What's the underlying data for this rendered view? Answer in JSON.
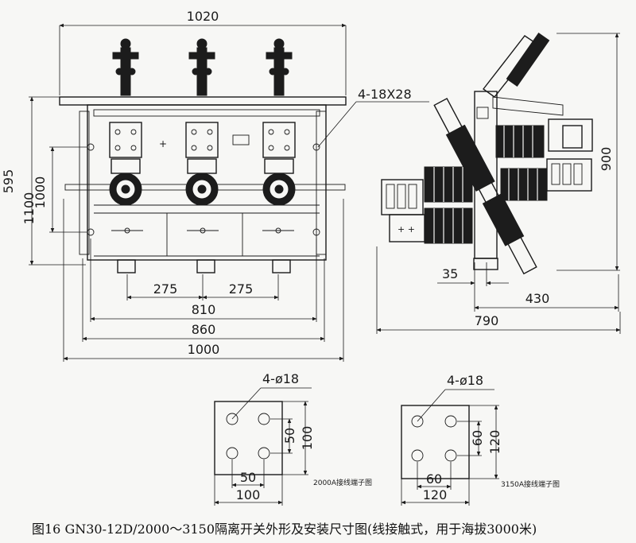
{
  "front_view": {
    "dims": {
      "overall_top": "1020",
      "height_outer": "595",
      "height_inner": "1000",
      "height_mid": "1100",
      "pitch_left": "275",
      "pitch_right": "275",
      "width_810": "810",
      "width_860": "860",
      "width_1000": "1000"
    },
    "hole_note": "4-18X28"
  },
  "side_view": {
    "dims": {
      "height": "900",
      "offset_35": "35",
      "width_430": "430",
      "width_790": "790"
    }
  },
  "terminal_2000": {
    "hole_note": "4-ø18",
    "dim_v_inner": "50",
    "dim_v_outer": "100",
    "dim_h_inner": "50",
    "dim_h_outer": "100",
    "label": "2000A接线端子图"
  },
  "terminal_3150": {
    "hole_note": "4-ø18",
    "dim_v_inner": "60",
    "dim_v_outer": "120",
    "dim_h_inner": "60",
    "dim_h_outer": "120",
    "label": "3150A接线端子图"
  },
  "caption": "图16   GN30-12D/2000～3150隔离开关外形及安装尺寸图(线接触式，用于海拔3000米)"
}
